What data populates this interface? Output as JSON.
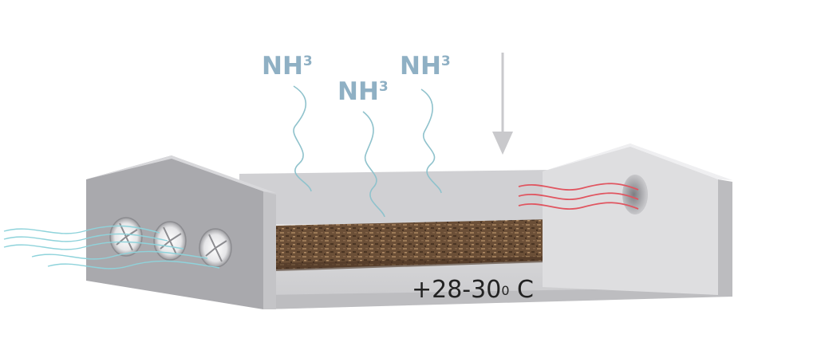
{
  "gases": [
    {
      "base": "NH",
      "sub": "3"
    },
    {
      "base": "NH",
      "sub": "3"
    },
    {
      "base": "NH",
      "sub": "3"
    }
  ],
  "temperature": {
    "value": "+28-30",
    "degree": "0",
    "unit": " C"
  }
}
